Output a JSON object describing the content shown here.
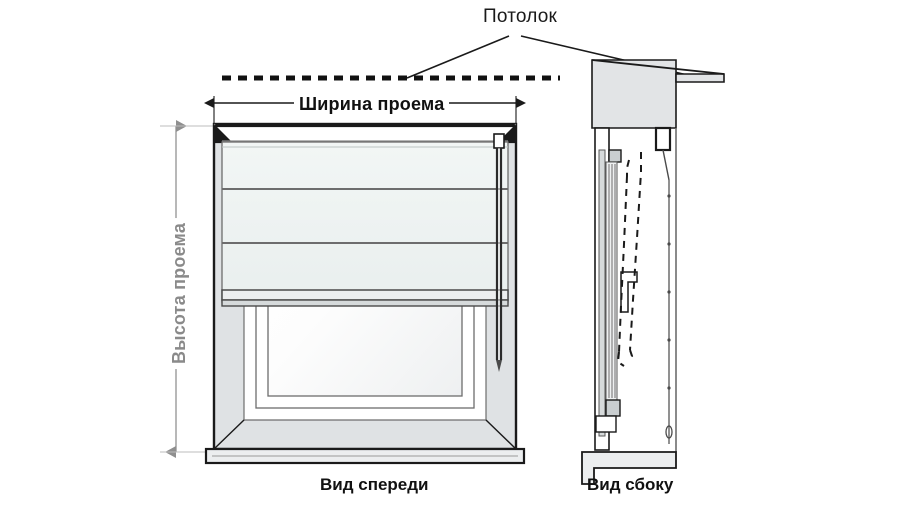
{
  "diagram": {
    "title_text": "Потолок",
    "labels": {
      "ceiling": "Потолок",
      "opening_width": "Ширина проема",
      "opening_height": "Высота проема",
      "front_view": "Вид спереди",
      "side_view": "Вид сбоку"
    },
    "colors": {
      "background": "#ffffff",
      "outline_dark": "#1a1a1a",
      "outline_mid": "#595959",
      "dimension_gray": "#9a9a9a",
      "fabric_fill": "#eef3f2",
      "frame_fill": "#dfe2e4",
      "reveal_fill": "#ffffff",
      "ceiling_fill": "#e2e4e6",
      "sill_fill": "#eceeef",
      "chain_dark": "#2b2b2b",
      "label_black": "#111111",
      "label_gray": "#8a8a8a"
    },
    "front_view": {
      "name": "Вид спереди",
      "blind_panel_count": 3,
      "has_control_chain": true,
      "chain_side": "right",
      "window_sill": true
    },
    "side_view": {
      "name": "Вид сбоку",
      "ceiling_slab": true,
      "bracket": true,
      "motion_path_dashed": true,
      "window_sill": true
    },
    "dimension_lines": {
      "width": {
        "label": "Ширина проема",
        "orientation": "horizontal",
        "arrow_heads": "both"
      },
      "height": {
        "label": "Высота проема",
        "orientation": "vertical",
        "arrow_heads": "both"
      }
    },
    "ceiling_line": {
      "style": "dashed",
      "leader_lines": 2
    }
  }
}
